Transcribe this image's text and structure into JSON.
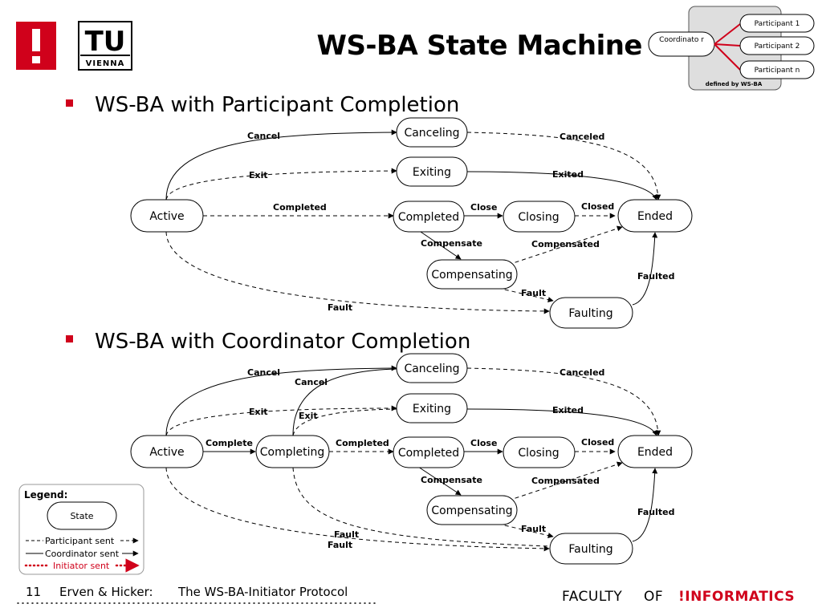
{
  "title": "WS-BA State Machine",
  "logo": {
    "main": "TU",
    "sub": "VIENNA"
  },
  "inset": {
    "coordinator": "Coordinato r",
    "participants": [
      "Participant 1",
      "Participant 2",
      "Participant n"
    ],
    "caption": "defined by WS-BA"
  },
  "sections": [
    {
      "heading": "WS-BA with Participant Completion",
      "states": {
        "canceling": "Canceling",
        "exiting": "Exiting",
        "active": "Active",
        "completed": "Completed",
        "closing": "Closing",
        "ended": "Ended",
        "compensating": "Compensating",
        "faulting": "Faulting"
      },
      "labels": {
        "cancel": "Cancel",
        "canceled": "Canceled",
        "exit": "Exit",
        "exited": "Exited",
        "completed": "Completed",
        "close": "Close",
        "closed": "Closed",
        "compensate": "Compensate",
        "compensated": "Compensated",
        "faulted": "Faulted",
        "fault_comp": "Fault",
        "fault_active": "Fault"
      }
    },
    {
      "heading": "WS-BA with Coordinator Completion",
      "states": {
        "canceling": "Canceling",
        "exiting": "Exiting",
        "active": "Active",
        "completing": "Completing",
        "completed": "Completed",
        "closing": "Closing",
        "ended": "Ended",
        "compensating": "Compensating",
        "faulting": "Faulting"
      },
      "labels": {
        "cancel": "Cancel",
        "cancel_completing": "Cancel",
        "canceled": "Canceled",
        "exit": "Exit",
        "exit_completing": "Exit",
        "exited": "Exited",
        "complete": "Complete",
        "completed": "Completed",
        "close": "Close",
        "closed": "Closed",
        "compensate": "Compensate",
        "compensated": "Compensated",
        "faulted": "Faulted",
        "fault_comp": "Fault",
        "fault_completing": "Fault",
        "fault_active": "Fault"
      }
    }
  ],
  "legend": {
    "title": "Legend:",
    "state": "State",
    "participant_sent": "Participant sent",
    "coordinator_sent": "Coordinator sent",
    "initiator_sent": "Initiator sent"
  },
  "footer": {
    "page": "11",
    "authors": "Erven & Hicker:",
    "subtitle": "The WS-BA-Initiator Protocol",
    "faculty_a": "FACULTY",
    "faculty_b": "OF",
    "faculty_c": "!INFORMATICS"
  },
  "colors": {
    "accent_red": "#d0011b",
    "inset_bg": "#dedede"
  }
}
